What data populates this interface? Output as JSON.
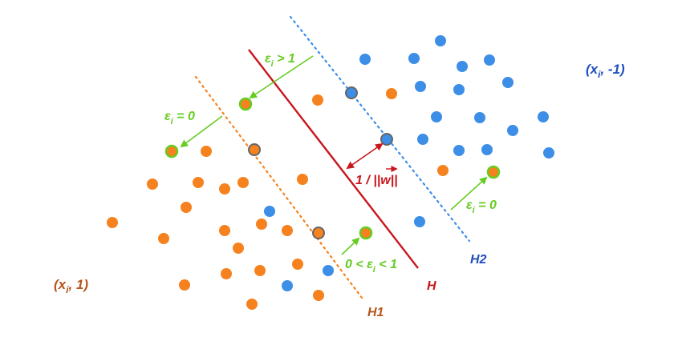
{
  "colors": {
    "orange": "#f5821f",
    "blue": "#3d8ee6",
    "red": "#c8161d",
    "green": "#66cc22",
    "dark_blue": "#1f4fbf",
    "brown": "#b5561c",
    "support_ring": "#666666",
    "slack_ring": "#66cc22"
  },
  "labels": {
    "H": "H",
    "H1": "H1",
    "H2": "H2",
    "class_neg": "(x",
    "class_neg_sub": "i",
    "class_neg_rest": ", -1)",
    "class_pos": "(x",
    "class_pos_sub": "i",
    "class_pos_rest": ", 1)",
    "margin_pre": "1 / ||",
    "margin_vec": "w",
    "margin_post": "||",
    "eps_symbol": "ε",
    "eps_sub": "i",
    "eps_gt1": " > 1",
    "eps_zero": " = 0",
    "eps_between_pre": "0 < ",
    "eps_between_post": " < 1"
  },
  "points": {
    "class_pos": "orange",
    "class_neg": "blue"
  }
}
